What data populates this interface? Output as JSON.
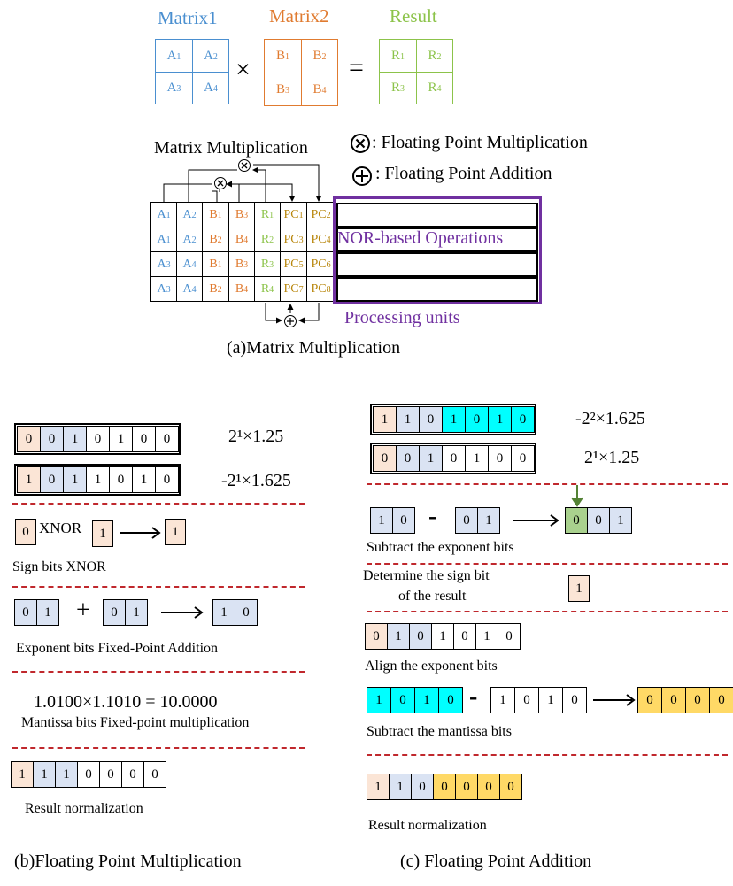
{
  "part_a": {
    "matrix1": {
      "title": "Matrix1",
      "cells": [
        "A1",
        "A2",
        "A3",
        "A4"
      ],
      "color": "#4a8fd0"
    },
    "matrix2": {
      "title": "Matrix2",
      "cells": [
        "B1",
        "B2",
        "B3",
        "B4"
      ],
      "color": "#e07b30"
    },
    "result": {
      "title": "Result",
      "cells": [
        "R1",
        "R2",
        "R3",
        "R4"
      ],
      "color": "#8cc34a"
    },
    "times": "×",
    "equals": "=",
    "mm_label": "Matrix Multiplication",
    "legend_mult": ": Floating Point Multiplication",
    "legend_add": ": Floating Point Addition",
    "grid_rows": [
      [
        "A1",
        "A2",
        "B1",
        "B3",
        "R1",
        "PC1",
        "PC2"
      ],
      [
        "A1",
        "A2",
        "B2",
        "B4",
        "R2",
        "PC3",
        "PC4"
      ],
      [
        "A3",
        "A4",
        "B1",
        "B3",
        "R3",
        "PC5",
        "PC6"
      ],
      [
        "A3",
        "A4",
        "B2",
        "B4",
        "R4",
        "PC7",
        "PC8"
      ]
    ],
    "nor_label": "NOR-based Operations",
    "pu_label": "Processing units",
    "caption": "(a)Matrix Multiplication"
  },
  "part_b": {
    "row1": {
      "bits": [
        "0",
        "0",
        "1",
        "0",
        "1",
        "0",
        "0"
      ],
      "value": "2¹×1.25"
    },
    "row2": {
      "bits": [
        "1",
        "0",
        "1",
        "1",
        "0",
        "1",
        "0"
      ],
      "value": "-2¹×1.625"
    },
    "xnor": {
      "a": "0",
      "op": "XNOR",
      "b": "1",
      "res": "1"
    },
    "sign_caption": "Sign bits XNOR",
    "add": {
      "a": [
        "0",
        "1"
      ],
      "op": "+",
      "b": [
        "0",
        "1"
      ],
      "res": [
        "1",
        "0"
      ]
    },
    "exp_caption": "Exponent bits Fixed-Point Addition",
    "mantissa_eq": "1.0100×1.1010 = 10.0000",
    "mantissa_caption": "Mantissa bits Fixed-point multiplication",
    "result_bits": [
      "1",
      "1",
      "1",
      "0",
      "0",
      "0",
      "0"
    ],
    "norm_caption": "Result normalization",
    "caption": "(b)Floating Point Multiplication"
  },
  "part_c": {
    "row1": {
      "bits": [
        "1",
        "1",
        "0",
        "1",
        "0",
        "1",
        "0"
      ],
      "value": "-2²×1.625"
    },
    "row2": {
      "bits": [
        "0",
        "0",
        "1",
        "0",
        "1",
        "0",
        "0"
      ],
      "value": "2¹×1.25"
    },
    "sub_exp": {
      "a": [
        "1",
        "0"
      ],
      "op": "-",
      "b": [
        "0",
        "1"
      ],
      "res": [
        "0",
        "0",
        "1"
      ]
    },
    "sub_exp_caption": "Subtract the exponent bits",
    "sign_caption_1": "Determine the sign bit",
    "sign_caption_2": "of the result",
    "sign_value": "1",
    "align_bits": [
      "0",
      "1",
      "0",
      "1",
      "0",
      "1",
      "0"
    ],
    "align_caption": "Align the exponent bits",
    "sub_man": {
      "a": [
        "1",
        "0",
        "1",
        "0"
      ],
      "op": "-",
      "b": [
        "1",
        "0",
        "1",
        "0"
      ],
      "res": [
        "0",
        "0",
        "0",
        "0"
      ]
    },
    "sub_man_caption": "Subtract the mantissa bits",
    "result_bits": [
      "1",
      "1",
      "0",
      "0",
      "0",
      "0",
      "0"
    ],
    "norm_caption": "Result normalization",
    "caption": "(c) Floating Point Addition"
  },
  "colors": {
    "sign": "#fbe5d6",
    "exponent": "#dae3f3",
    "cyan": "#00ffff",
    "gold": "#ffd966",
    "green_fill": "#a9d18e",
    "purple": "#7030a0",
    "dash": "#c0282d"
  }
}
